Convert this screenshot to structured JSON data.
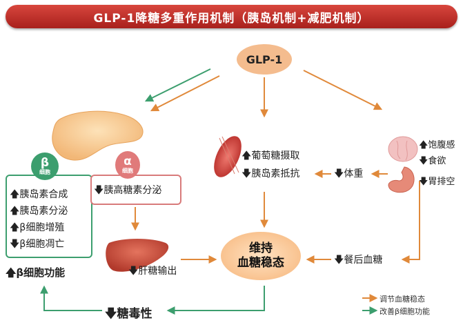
{
  "title": "GLP-1降糖多重作用机制（胰岛机制+减肥机制）",
  "center_node": "GLP-1",
  "core": {
    "line1": "维持",
    "line2": "血糖稳态"
  },
  "beta": {
    "badge_symbol": "β",
    "badge_label": "细胞",
    "items": [
      {
        "arrow": "🡅",
        "text": "胰岛素合成"
      },
      {
        "arrow": "🡅",
        "text": "胰岛素分泌"
      },
      {
        "arrow": "🡅",
        "text": "β细胞增殖"
      },
      {
        "arrow": "🡇",
        "text": "β细胞凋亡"
      }
    ],
    "function": {
      "arrow": "🡅",
      "text": "β细胞功能"
    }
  },
  "alpha": {
    "badge_symbol": "α",
    "badge_label": "细胞",
    "item": {
      "arrow": "🡇",
      "text": "胰高糖素分泌"
    }
  },
  "liver": {
    "arrow": "🡇",
    "text": "肝糖输出"
  },
  "muscle": [
    {
      "arrow": "🡅",
      "text": "葡萄糖摄取"
    },
    {
      "arrow": "🡇",
      "text": "胰岛素抵抗"
    }
  ],
  "weight": {
    "arrow": "🡇",
    "text": "体重"
  },
  "brain_stomach": [
    {
      "arrow": "🡅",
      "text": "饱腹感"
    },
    {
      "arrow": "🡇",
      "text": "食欲"
    },
    {
      "arrow": "🡇",
      "text": "胃排空"
    }
  ],
  "postmeal": {
    "arrow": "🡇",
    "text": "餐后血糖"
  },
  "glucotox": {
    "arrow": "🡇",
    "text": "糖毒性"
  },
  "legend": [
    {
      "text": "调节血糖稳态",
      "color": "#e0893a"
    },
    {
      "text": "改善β细胞功能",
      "color": "#3c9e6e"
    }
  ],
  "colors": {
    "orange": "#e0893a",
    "green": "#3c9e6e",
    "banner": "#c12e28"
  },
  "icons": [
    "pancreas-icon",
    "muscle-icon",
    "brain-icon",
    "stomach-icon",
    "liver-icon"
  ]
}
